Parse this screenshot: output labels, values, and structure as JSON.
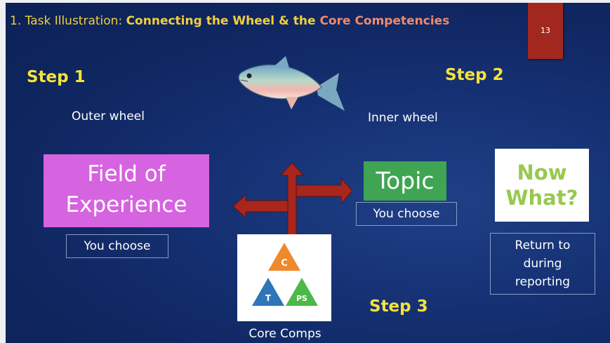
{
  "title": {
    "prefix": "1.  Task Illustration: ",
    "bold": "Connecting the Wheel & the ",
    "highlight": "Core Competencies"
  },
  "slide_number": "13",
  "steps": {
    "step1": "Step 1",
    "step2": "Step 2",
    "step3": "Step 3"
  },
  "labels": {
    "outer_wheel": "Outer wheel",
    "inner_wheel": "Inner wheel",
    "field_line1": "Field of",
    "field_line2": "Experience",
    "topic": "Topic",
    "now_line1": "Now",
    "now_line2": "What?",
    "you_choose_left": "You choose",
    "you_choose_right": "You choose",
    "return_text": "Return to during reporting",
    "core_comps": "Core Comps"
  },
  "triangles": {
    "top": "C",
    "left": "T",
    "right": "PS"
  },
  "icons": {
    "fish": "fish-icon",
    "arrows": "arrows-icon"
  },
  "colors": {
    "background": "#163275",
    "step_yellow": "#f5e23c",
    "title_yellow": "#f2cf3b",
    "title_pink": "#f08a6a",
    "slide_number_red": "#a2281f",
    "field_magenta": "#d663e0",
    "topic_green": "#3fa553",
    "now_green": "#97c94e",
    "arrow_red": "#a8261c",
    "triangle_orange": "#ef8a2c",
    "triangle_blue": "#2e76b8",
    "triangle_green": "#4cb848"
  }
}
